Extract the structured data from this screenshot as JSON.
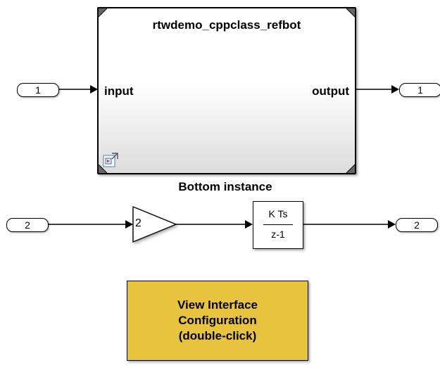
{
  "model_ref": {
    "title": "rtwdemo_cppclass_refbot",
    "input_port_label": "input",
    "output_port_label": "output",
    "caption": "Bottom instance"
  },
  "inport_1": "1",
  "outport_1": "1",
  "inport_2": "2",
  "outport_2": "2",
  "gain": {
    "value": "2"
  },
  "integrator": {
    "numerator": "K Ts",
    "denominator": "z-1"
  },
  "view_button": {
    "lines": [
      "View Interface",
      "Configuration",
      "(double-click)"
    ]
  },
  "colors": {
    "button_fill": "#e8c33d",
    "wire": "#000000"
  },
  "icons": [
    "model-reference-icon"
  ]
}
